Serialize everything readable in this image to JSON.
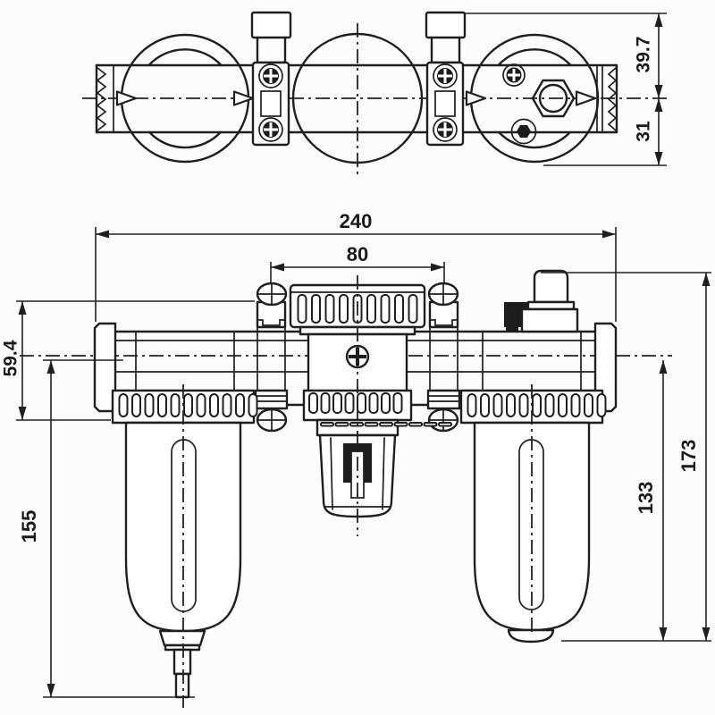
{
  "colors": {
    "line": "#1f1f1f",
    "background": "#fcfcfc"
  },
  "dimensions": {
    "overall_width": "240",
    "bracket_spacing": "80",
    "body_height": "59.4",
    "filter_drop": "155",
    "lubricator_drop": "133",
    "overall_height_right": "173",
    "top_upper": "39.7",
    "top_lower": "31"
  }
}
